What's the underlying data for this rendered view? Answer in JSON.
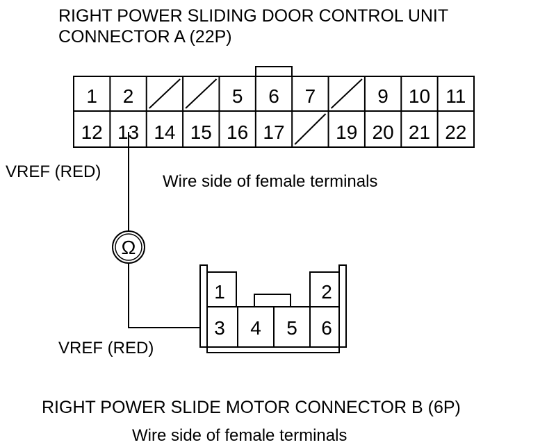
{
  "connector_a": {
    "title_line1": "RIGHT POWER SLIDING DOOR CONTROL UNIT",
    "title_line2": "CONNECTOR A (22P)",
    "row1": [
      "1",
      "2",
      "",
      "",
      "5",
      "6",
      "7",
      "",
      "9",
      "10",
      "11"
    ],
    "row2": [
      "12",
      "13",
      "14",
      "15",
      "16",
      "17",
      "",
      "19",
      "20",
      "21",
      "22"
    ],
    "subtitle": "Wire side of female terminals"
  },
  "probe_a_label": "VREF (RED)",
  "ohmmeter_symbol": "Ω",
  "probe_b_label": "VREF (RED)",
  "connector_b": {
    "top_left": "1",
    "top_right": "2",
    "row2": [
      "3",
      "4",
      "5",
      "6"
    ],
    "title": "RIGHT POWER SLIDE MOTOR CONNECTOR B (6P)",
    "subtitle": "Wire side of female terminals"
  }
}
